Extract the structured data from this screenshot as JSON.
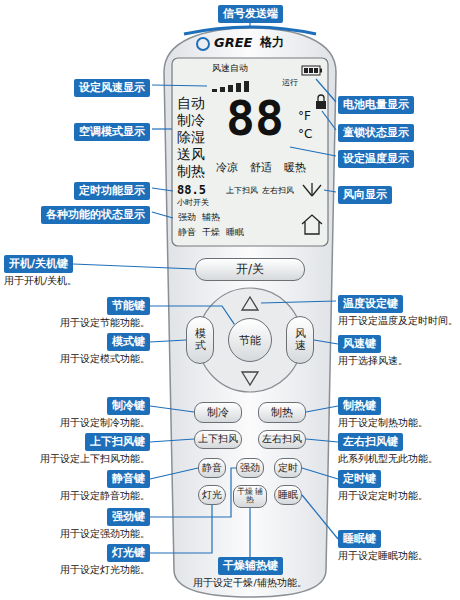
{
  "diagram": {
    "nodes": [
      {
        "text": [
          "信号发送端"
        ]
      },
      {
        "text": [
          "设定风速显示"
        ]
      },
      {
        "text": [
          "空调模式显示"
        ]
      },
      {
        "text": [
          "定时功能显示"
        ]
      },
      {
        "text": [
          "各种功能的状态显示"
        ]
      },
      {
        "text": [
          "电池电量显示"
        ]
      },
      {
        "text": [
          "童锁状态显示"
        ]
      },
      {
        "text": [
          "设定温度显示"
        ]
      },
      {
        "text": [
          "风向显示"
        ]
      },
      {
        "text": [
          "开/关"
        ]
      },
      {
        "text": [
          "开机/关机键",
          "用于开机/关机。"
        ]
      },
      {
        "text": [
          "节能键",
          "用于设定节能功能。"
        ]
      },
      {
        "text": [
          "温度设定键",
          "用于设定温度及定时时间。"
        ]
      },
      {
        "text": [
          "模式"
        ]
      },
      {
        "text": [
          "节能"
        ]
      },
      {
        "text": [
          "风速"
        ]
      },
      {
        "text": [
          "模式键",
          "用于设定模式功能。"
        ]
      },
      {
        "text": [
          "风速键",
          "用于选择风速。"
        ]
      },
      {
        "text": [
          "制冷"
        ]
      },
      {
        "text": [
          "制热"
        ]
      },
      {
        "text": [
          "制冷键",
          "用于设定制冷功能。"
        ]
      },
      {
        "text": [
          "制热键",
          "用于设定制热功能。"
        ]
      },
      {
        "text": [
          "上下扫风"
        ]
      },
      {
        "text": [
          "左右扫风"
        ]
      },
      {
        "text": [
          "上下扫风键",
          "用于设定上下扫风功能。"
        ]
      },
      {
        "text": [
          "左右扫风键",
          "此系列机型无此功能。"
        ]
      },
      {
        "text": [
          "静音"
        ]
      },
      {
        "text": [
          "强劲"
        ]
      },
      {
        "text": [
          "定时"
        ]
      },
      {
        "text": [
          "灯光"
        ]
      },
      {
        "text": [
          "干燥 辅热"
        ]
      },
      {
        "text": [
          "睡眠"
        ]
      },
      {
        "text": [
          "静音键",
          "用于设定静音功能。"
        ]
      },
      {
        "text": [
          "强劲键",
          "用于设定强劲功能。"
        ]
      },
      {
        "text": [
          "定时键",
          "用于设定定时功能。"
        ]
      },
      {
        "text": [
          "灯光键",
          "用于设定灯光功能。"
        ]
      },
      {
        "text": [
          "睡眠键",
          "用于设定睡眠功能。"
        ]
      },
      {
        "text": [
          "干燥辅热键",
          "用于设定干燥/辅热功能。"
        ]
      }
    ],
    "edges": [
      {
        "from": 10,
        "to": 9,
        "arrow": "none"
      },
      {
        "from": 11,
        "to": 14,
        "arrow": "none"
      },
      {
        "from": 16,
        "to": 13,
        "arrow": "none"
      },
      {
        "from": 17,
        "to": 15,
        "arrow": "none"
      },
      {
        "from": 20,
        "to": 18,
        "arrow": "none"
      },
      {
        "from": 21,
        "to": 19,
        "arrow": "none"
      },
      {
        "from": 24,
        "to": 22,
        "arrow": "none"
      },
      {
        "from": 25,
        "to": 23,
        "arrow": "none"
      },
      {
        "from": 32,
        "to": 26,
        "arrow": "none"
      },
      {
        "from": 33,
        "to": 27,
        "arrow": "none"
      },
      {
        "from": 34,
        "to": 28,
        "arrow": "none"
      },
      {
        "from": 35,
        "to": 29,
        "arrow": "none"
      },
      {
        "from": 36,
        "to": 31,
        "arrow": "none"
      },
      {
        "from": 37,
        "to": 30,
        "arrow": "none"
      }
    ],
    "labels": [
      "GREE",
      "格力",
      "风速自动",
      "运行",
      "自动",
      "制冷",
      "除湿",
      "送风",
      "制热",
      "88",
      "°F",
      "°C",
      "冷凉",
      "舒适",
      "暖热",
      "88.5",
      "小时开关",
      "上下扫风",
      "左右扫风",
      "强劲",
      "辅热",
      "静音",
      "干燥",
      "睡眠"
    ]
  }
}
